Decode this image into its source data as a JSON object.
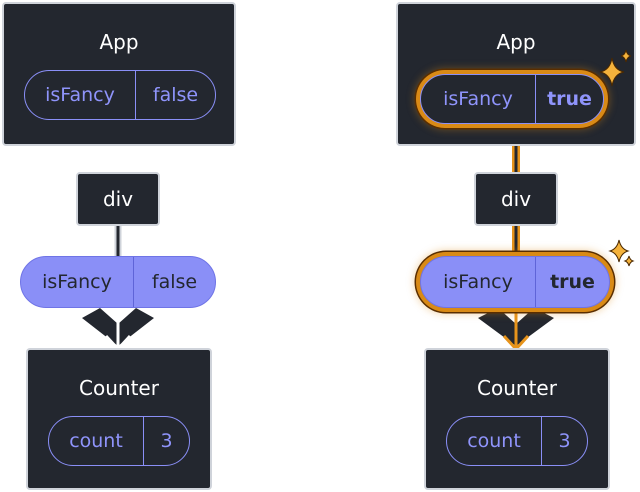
{
  "left": {
    "app": {
      "title": "App",
      "prop_name": "isFancy",
      "prop_value": "false"
    },
    "div": {
      "label": "div"
    },
    "passed_prop": {
      "name": "isFancy",
      "value": "false"
    },
    "counter": {
      "title": "Counter",
      "state_name": "count",
      "state_value": "3"
    }
  },
  "right": {
    "app": {
      "title": "App",
      "prop_name": "isFancy",
      "prop_value": "true"
    },
    "div": {
      "label": "div"
    },
    "passed_prop": {
      "name": "isFancy",
      "value": "true"
    },
    "counter": {
      "title": "Counter",
      "state_name": "count",
      "state_value": "3"
    }
  },
  "colors": {
    "node_bg": "#23272f",
    "node_border": "#cfd3da",
    "prop_accent": "#8a8ff7",
    "highlight": "#e6931b"
  },
  "icons": [
    "arrow-right-icon",
    "sparkle-icon",
    "chevron-down-icon"
  ]
}
